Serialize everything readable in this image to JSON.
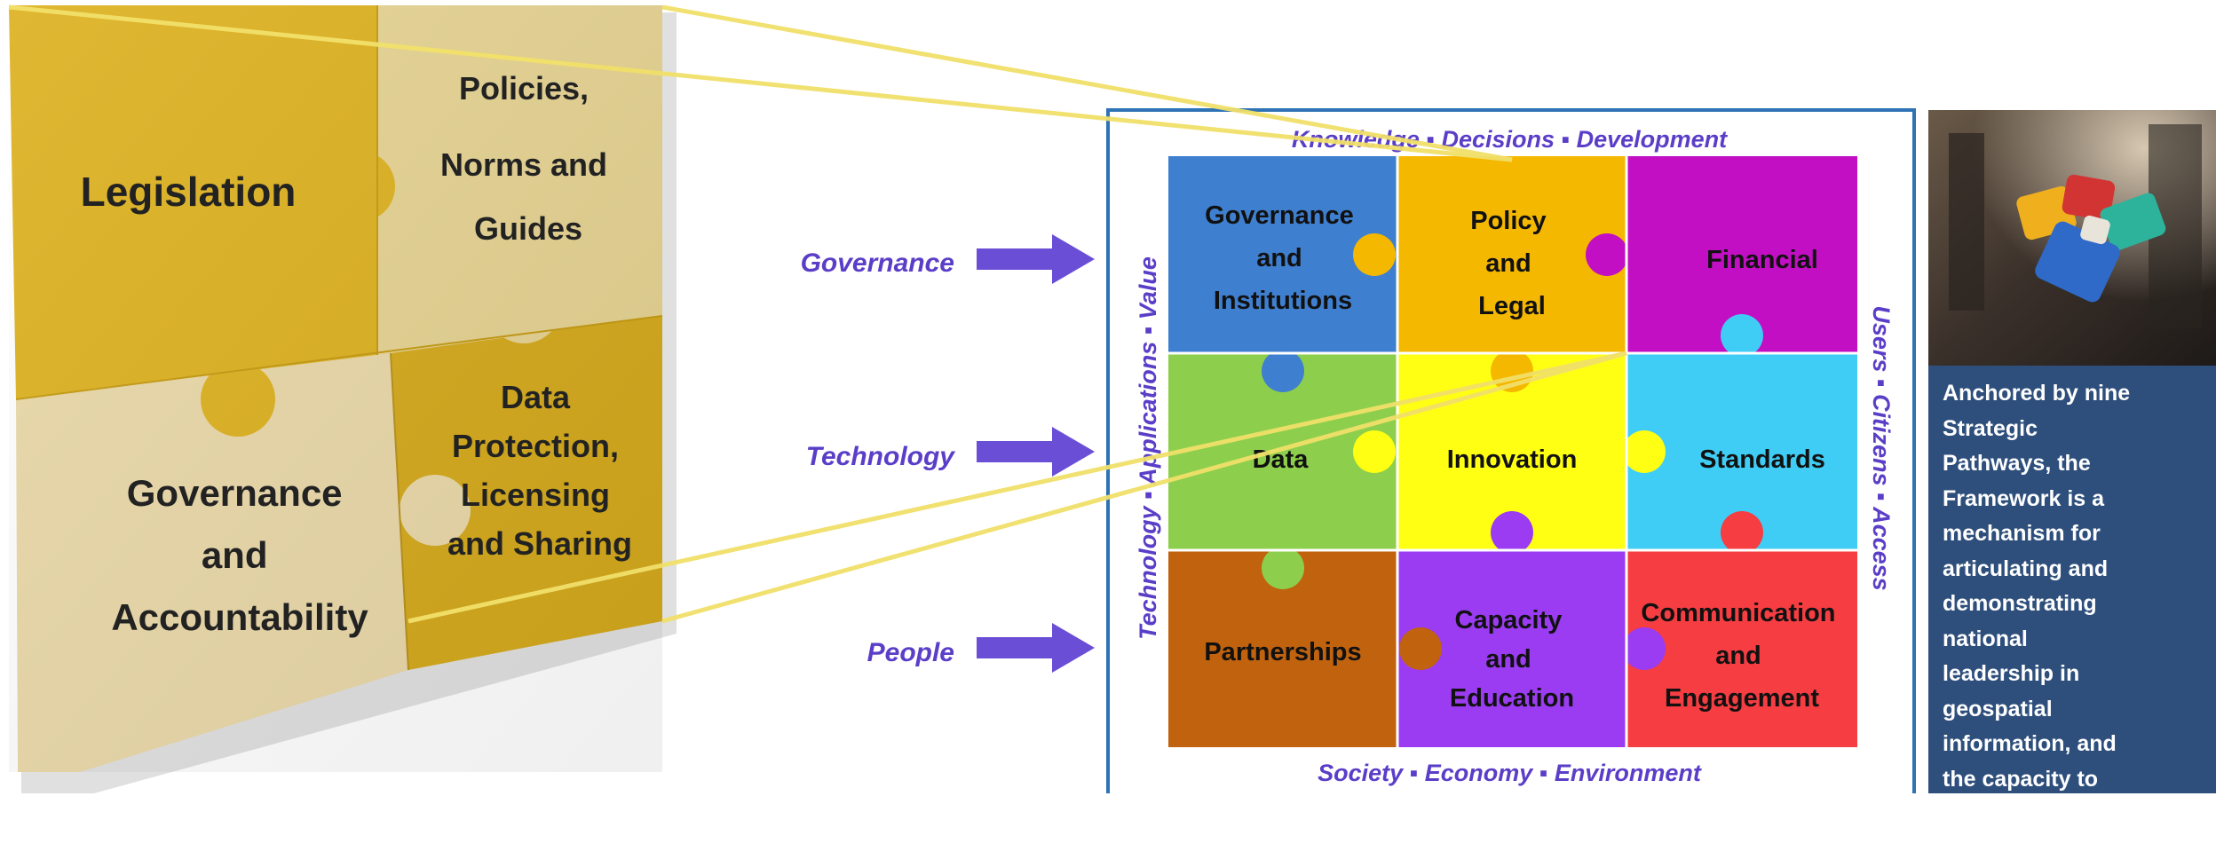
{
  "zoom_panel": {
    "legislation": "Legislation",
    "policies_line1": "Policies,",
    "policies_line2": "Norms and",
    "policies_line3": "Guides",
    "governance_line1": "Governance",
    "governance_line2": "and",
    "governance_line3": "Accountability",
    "data_line1": "Data",
    "data_line2": "Protection,",
    "data_line3": "Licensing",
    "data_line4": "and Sharing"
  },
  "inputs": {
    "governance": "Governance",
    "technology": "Technology",
    "people": "People"
  },
  "frame_labels": {
    "top": [
      "Knowledge",
      "Decisions",
      "Development"
    ],
    "bottom": [
      "Society",
      "Economy",
      "Environment"
    ],
    "left": [
      "Technology",
      "Applications",
      "Value"
    ],
    "right": [
      "Users",
      "Citizens",
      "Access"
    ]
  },
  "pathways": {
    "p1_line1": "Governance",
    "p1_line2": "and",
    "p1_line3": "Institutions",
    "p2_line1": "Policy",
    "p2_line2": "and",
    "p2_line3": "Legal",
    "p3": "Financial",
    "p4": "Data",
    "p5": "Innovation",
    "p6": "Standards",
    "p7": "Partnerships",
    "p8_line1": "Capacity",
    "p8_line2": "and",
    "p8_line3": "Education",
    "p9_line1": "Communication",
    "p9_line2": "and",
    "p9_line3": "Engagement"
  },
  "description": "Anchored by nine Strategic Pathways, the Framework is a mechanism for articulating and demonstrating national leadership in geospatial information, and the capacity to take positive steps.",
  "colors": {
    "governance_institutions": "#3f7fcf",
    "policy_legal": "#f5b800",
    "financial": "#c30fc3",
    "data": "#8dcf4c",
    "innovation": "#ffff14",
    "standards": "#3fcdf5",
    "partnerships": "#c0620e",
    "capacity_education": "#9b3cf2",
    "communication_engagement": "#f53d42",
    "frame_border": "#2e73b5",
    "label_purple": "#5b3ec8",
    "desc_box": "#2e4f7c"
  }
}
